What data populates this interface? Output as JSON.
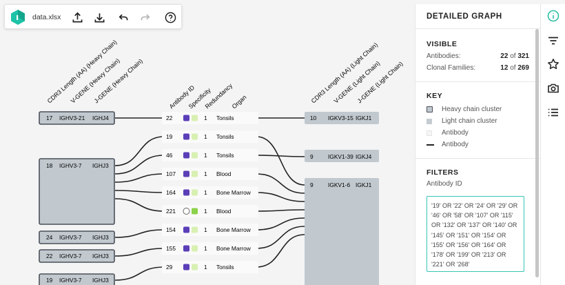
{
  "toolbar": {
    "filename": "data.xlsx",
    "icons": [
      "upload-icon",
      "download-icon",
      "undo-icon",
      "redo-icon",
      "help-icon"
    ]
  },
  "colors": {
    "cluster_fill": "#c1c9cf",
    "cluster_border": "#4a4f58",
    "accent": "#36c4b6",
    "specificity_purple": "#5b3fb8",
    "specificity_green": "#8bd14a",
    "redundancy_green": "#d8f0b2"
  },
  "heavy_headers": [
    "CDR3 Length (AA) (Heavy Chain)",
    "V-GENE (Heavy Chain)",
    "J-GENE (Heavy Chain)"
  ],
  "antibody_headers": [
    "Antibody ID",
    "Specificity",
    "Redundancy",
    "Organ"
  ],
  "light_headers": [
    "CDR3 Length (AA) (Light Chain)",
    "V-GENE (Light Chain)",
    "J-GENE (Light Chain)"
  ],
  "heavy_clusters": [
    {
      "cdr3": "17",
      "vgene": "IGHV3-21",
      "jgene": "IGHJ4"
    },
    {
      "cdr3": "18",
      "vgene": "IGHV3-7",
      "jgene": "IGHJ3"
    },
    {
      "cdr3": "24",
      "vgene": "IGHV3-7",
      "jgene": "IGHJ3"
    },
    {
      "cdr3": "22",
      "vgene": "IGHV3-7",
      "jgene": "IGHJ3"
    },
    {
      "cdr3": "19",
      "vgene": "IGHV3-7",
      "jgene": "IGHJ3"
    }
  ],
  "light_clusters": [
    {
      "cdr3": "10",
      "vgene": "IGKV3-15",
      "jgene": "IGKJ1"
    },
    {
      "cdr3": "9",
      "vgene": "IGKV1-39",
      "jgene": "IGKJ4"
    },
    {
      "cdr3": "9",
      "vgene": "IGKV1-6",
      "jgene": "IGKJ1"
    }
  ],
  "antibodies": [
    {
      "id": "22",
      "spec": [
        "purple",
        "green-light"
      ],
      "redundancy": "1",
      "organ": "Tonsils"
    },
    {
      "id": "19",
      "spec": [
        "purple",
        "green-light"
      ],
      "redundancy": "1",
      "organ": "Tonsils"
    },
    {
      "id": "46",
      "spec": [
        "purple",
        "green-light"
      ],
      "redundancy": "1",
      "organ": "Tonsils"
    },
    {
      "id": "107",
      "spec": [
        "purple",
        "green-light"
      ],
      "redundancy": "1",
      "organ": "Blood"
    },
    {
      "id": "164",
      "spec": [
        "purple",
        "green-light"
      ],
      "redundancy": "1",
      "organ": "Bone Marrow"
    },
    {
      "id": "221",
      "spec": [
        "empty",
        "green"
      ],
      "redundancy": "1",
      "organ": "Blood"
    },
    {
      "id": "154",
      "spec": [
        "purple",
        "green-light"
      ],
      "redundancy": "1",
      "organ": "Bone Marrow"
    },
    {
      "id": "155",
      "spec": [
        "purple",
        "green-light"
      ],
      "redundancy": "1",
      "organ": "Bone Marrow"
    },
    {
      "id": "29",
      "spec": [
        "purple",
        "green-light"
      ],
      "redundancy": "1",
      "organ": "Tonsils"
    }
  ],
  "panel": {
    "title": "DETAILED GRAPH",
    "visible": {
      "heading": "VISIBLE",
      "rows": [
        {
          "label": "Antibodies:",
          "shown": "22",
          "of": "of",
          "total": "321"
        },
        {
          "label": "Clonal Families:",
          "shown": "12",
          "of": "of",
          "total": "269"
        }
      ]
    },
    "key": {
      "heading": "KEY",
      "items": [
        {
          "label": "Heavy chain cluster",
          "swatch": "heavy"
        },
        {
          "label": "Light chain cluster",
          "swatch": "light"
        },
        {
          "label": "Antibody",
          "swatch": "antibody"
        },
        {
          "label": "Antibody",
          "swatch": "line"
        }
      ]
    },
    "filters": {
      "heading": "FILTERS",
      "field_label": "Antibody ID",
      "value": "'19' OR '22' OR '24' OR '29' OR '46' OR '58' OR '107' OR '115' OR '132' OR '137' OR '140' OR '145' OR '151' OR '154' OR '155' OR '156' OR '164' OR '178' OR '199' OR '213' OR '221' OR '268'"
    }
  },
  "side_icons": [
    "info-icon",
    "filter-icon",
    "star-icon",
    "camera-icon",
    "list-icon"
  ]
}
